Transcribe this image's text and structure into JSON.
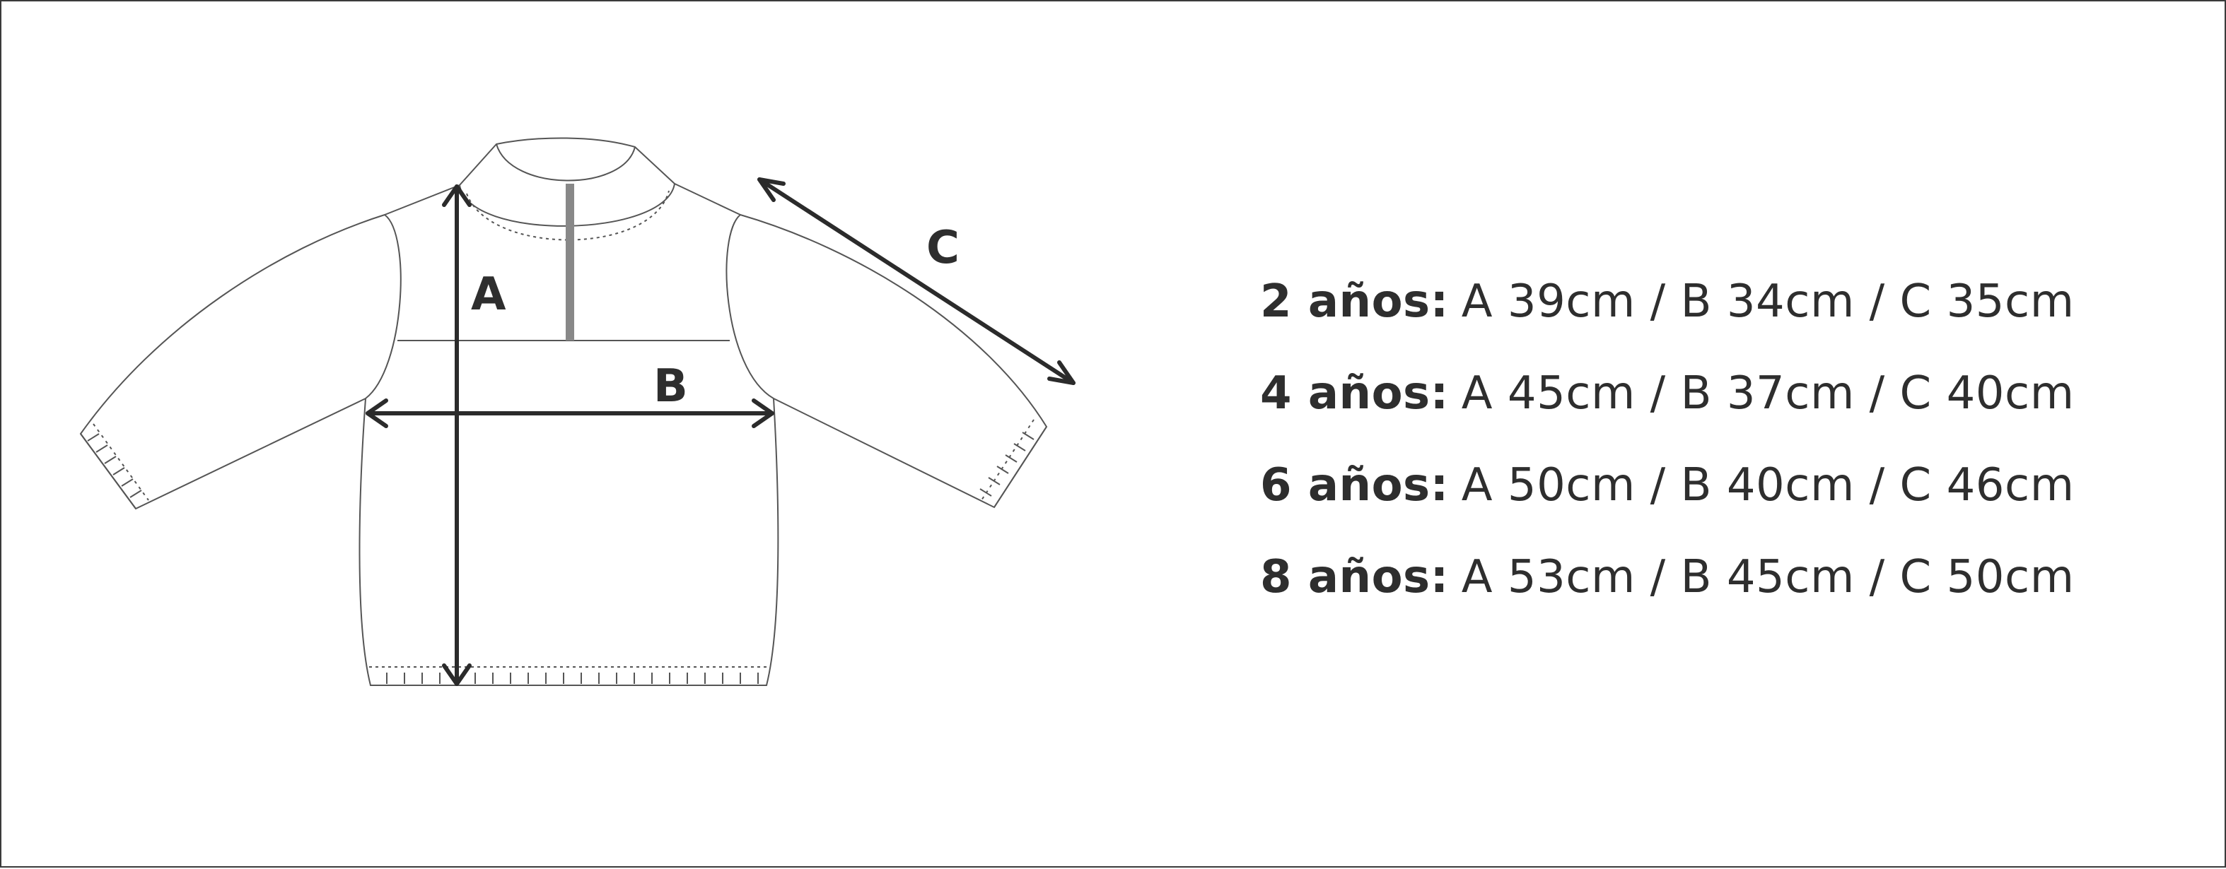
{
  "diagram": {
    "measure_labels": {
      "a": "A",
      "b": "B",
      "c": "C"
    },
    "colors": {
      "outline": "#555555",
      "arrows": "#2b2b2b",
      "zipper": "#888888",
      "text": "#2e2e2e",
      "frame": "#3a3a3a"
    }
  },
  "size_table": {
    "rows": [
      {
        "age": "2 años:",
        "dims": "A 39cm / B 34cm / C 35cm"
      },
      {
        "age": "4 años:",
        "dims": "A 45cm / B 37cm / C 40cm"
      },
      {
        "age": "6 años:",
        "dims": "A 50cm / B 40cm / C 46cm"
      },
      {
        "age": "8 años:",
        "dims": "A 53cm / B 45cm / C 50cm"
      }
    ]
  }
}
